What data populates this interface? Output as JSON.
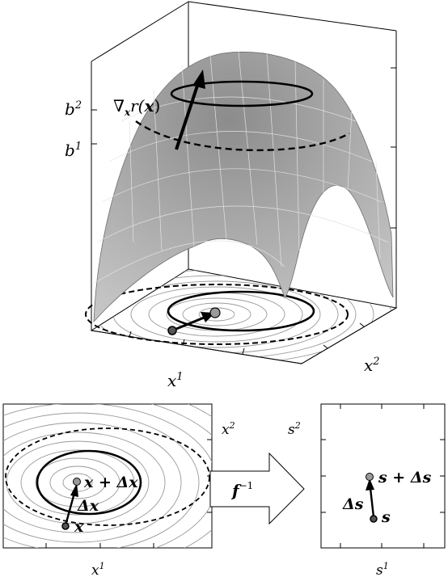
{
  "top_plot": {
    "x_axis_label": "x",
    "x_axis_sup": "1",
    "y_axis_label": "x",
    "y_axis_sup": "2",
    "level_labels": [
      {
        "base": "b",
        "sup": "2"
      },
      {
        "base": "b",
        "sup": "1"
      }
    ],
    "gradient_label": {
      "prefix": "∇",
      "sub": "x",
      "fn": "r(",
      "arg": "x",
      "close": ")"
    }
  },
  "bottom_left": {
    "x_axis_label": "x",
    "x_axis_sup": "1",
    "y_axis_label": "x",
    "y_axis_sup": "2",
    "point_start": "x",
    "point_end": "x + Δx",
    "arrow_label": "Δx"
  },
  "mapping": {
    "label": "f",
    "sup": "−1"
  },
  "bottom_right": {
    "x_axis_label": "s",
    "x_axis_sup": "1",
    "y_axis_label": "s",
    "y_axis_sup": "2",
    "point_start": "s",
    "point_end": "s + Δs",
    "arrow_label": "Δs"
  },
  "colors": {
    "surface": "#a8a8a8",
    "surface_grid": "#e8e8e8",
    "contour": "#9a9a9a",
    "ink": "#000000",
    "point_fill": "#9a9a9a"
  }
}
